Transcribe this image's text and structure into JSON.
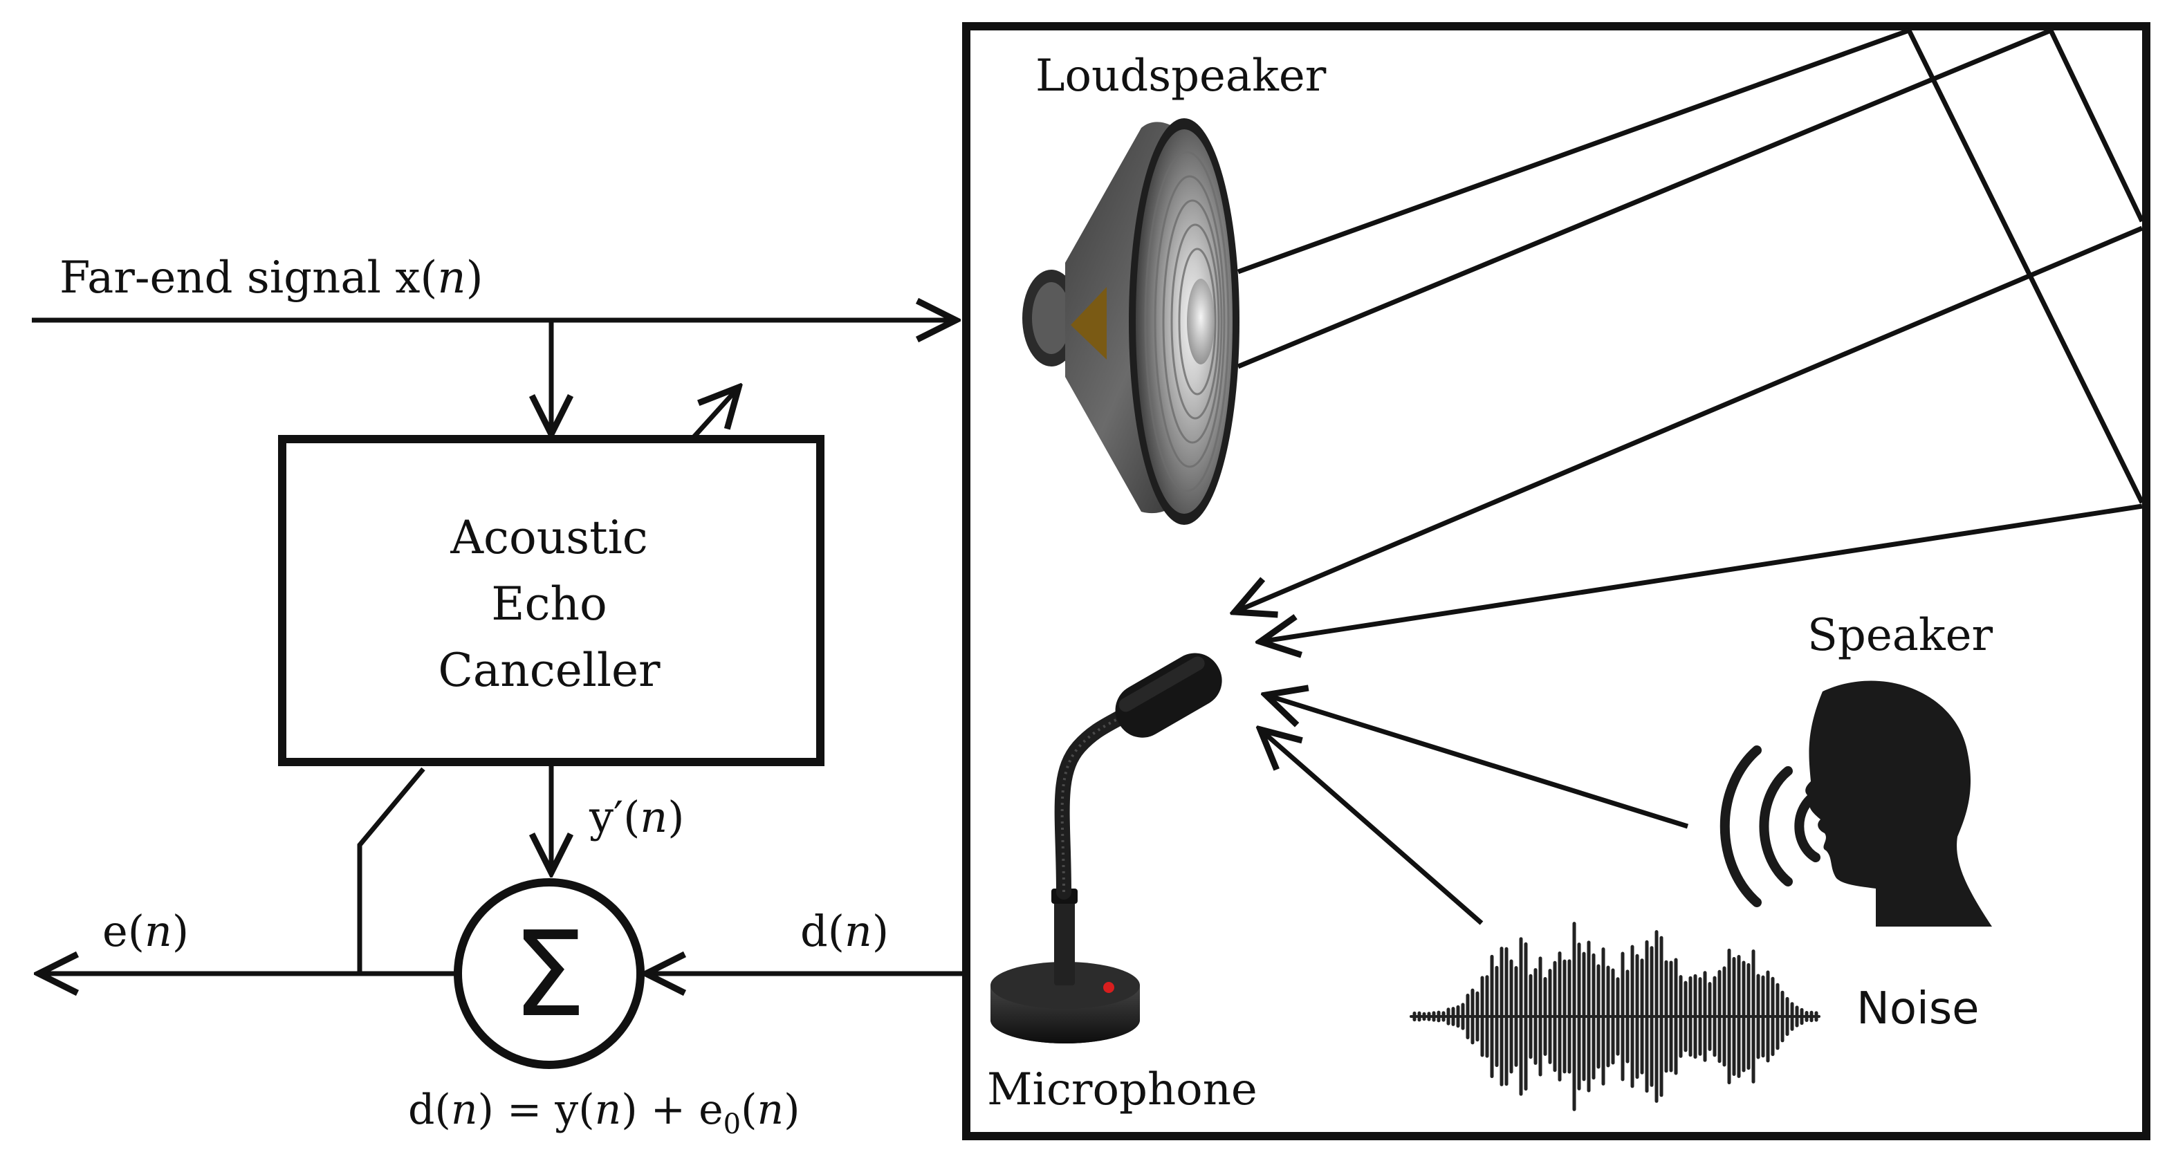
{
  "colors": {
    "line": "#111111",
    "background": "#ffffff",
    "speaker_metal": "#9a9a9a",
    "speaker_dark": "#2a2a2a",
    "mic_dark": "#222222",
    "mic_led": "#d81e1e"
  },
  "labels": {
    "far_end_prefix": "Far-end signal x(",
    "var_n": "n",
    "close_paren": ")",
    "aec_line1": "Acoustic",
    "aec_line2": "Echo",
    "aec_line3": "Canceller",
    "y_prime_prefix": "y′(",
    "e_prefix": "e(",
    "d_prefix": "d(",
    "sigma": "Σ",
    "eq_d": "d(",
    "eq_eq_y": ") = y(",
    "eq_plus_e": ") + e",
    "eq_sub": "0",
    "eq_open": "(",
    "eq_close": ")",
    "loudspeaker": "Loudspeaker",
    "speaker": "Speaker",
    "microphone": "Microphone",
    "noise": "Noise"
  },
  "icons": {
    "loudspeaker": "loudspeaker-icon",
    "microphone": "microphone-icon",
    "speaker_head": "speaking-head-icon",
    "noise": "noise-waveform-icon"
  }
}
